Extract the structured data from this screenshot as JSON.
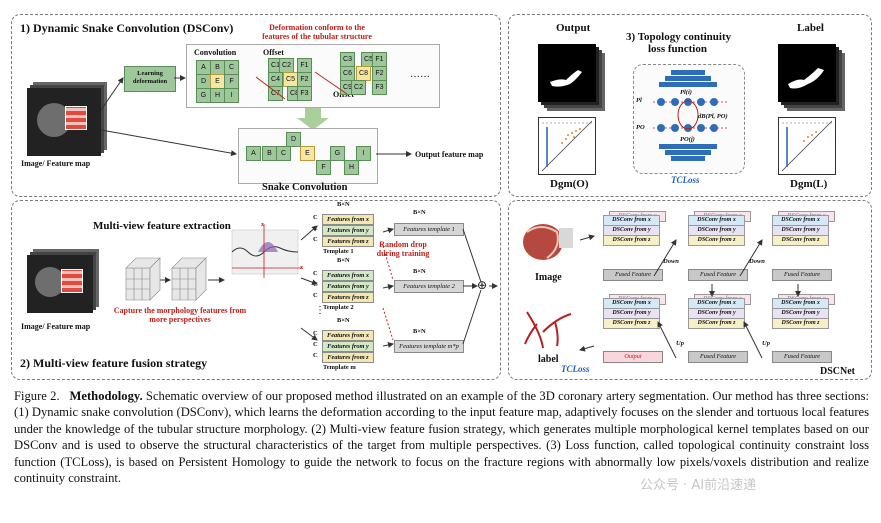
{
  "panel1": {
    "title": "1) Dynamic Snake Convolution (DSConv)",
    "deformation_note": "Deformation conform to the features of the tubular structure",
    "learning_label": "Learning deformation",
    "convolution_label": "Convolution",
    "offset_label1": "Offset",
    "offset_label2": "Offset",
    "grid_letters": [
      "A",
      "B",
      "C",
      "D",
      "E",
      "F",
      "G",
      "H",
      "I"
    ],
    "k_letters": [
      "C1",
      "C2",
      "C3",
      "C4",
      "C5",
      "C6",
      "C7",
      "C8",
      "C9"
    ],
    "f_labels": [
      "F1",
      "F2",
      "F3"
    ],
    "ellipsis": "······",
    "image_label": "Image/ Feature map",
    "snake_label": "Snake Convolution",
    "output_label": "Output feature map",
    "snake_letters": [
      "A",
      "B",
      "C",
      "D",
      "E",
      "F",
      "G",
      "H",
      "I"
    ]
  },
  "panel2": {
    "title": "2) Multi-view feature fusion strategy",
    "mv_title": "Multi-view feature extraction",
    "morph_note": "Capture the morphology features from more perspectives",
    "image_label": "Image/ Feature map",
    "axis_x": "x",
    "axis_z": "z",
    "random_drop": "Random drop during training",
    "templates": [
      {
        "label": "Template 1",
        "dim": "B×N",
        "rows": [
          "Features from x",
          "Features from y",
          "Features from z"
        ],
        "out_dim": "B×N",
        "out": "Features template 1"
      },
      {
        "label": "Template 2",
        "dim": "B×N",
        "rows": [
          "Features from x",
          "Features from y",
          "Features from z"
        ],
        "out_dim": "B×N",
        "out": "Features template 2"
      },
      {
        "label": "Template m",
        "dim": "B×N",
        "rows": [
          "Features from x",
          "Features from y",
          "Features from z"
        ],
        "out_dim": "B×N",
        "out": "Features template m*p"
      }
    ],
    "c_label": "C",
    "dots": "⋮",
    "plus": "⊕"
  },
  "panel3": {
    "title_line1": "3) Topology continuity",
    "title_line2": "loss function",
    "output_label": "Output",
    "label_label": "Label",
    "pl_label": "Pl",
    "po_label": "PO",
    "pli": "Pl(i)",
    "poj": "PO(j)",
    "dist": "dB(Pl, PO)",
    "tcloss": "TCLoss",
    "dgm_o": "Dgm(O)",
    "dgm_l": "Dgm(L)"
  },
  "panel4": {
    "image_label": "Image",
    "label_label": "label",
    "tcloss": "TCLoss",
    "dscnet": "DSCNet",
    "stack_rows": [
      "DSConv from x",
      "DSConv from y",
      "DSConv from z"
    ],
    "fused": "Fused Feature",
    "output": "Output",
    "down": "Down",
    "up": "Up"
  },
  "caption": {
    "lead": "Figure 2.",
    "bold": "Methodology.",
    "text": " Schematic overview of our proposed method illustrated on an example of the 3D coronary artery segmentation. Our method has three sections: (1) Dynamic snake convolution (DSConv), which learns the deformation according to the input feature map, adaptively focuses on the slender and tortuous local features under the knowledge of the tubular structure morphology. (2) Multi-view feature fusion strategy, which generates multiple morphological kernel templates based on our DSConv and is used to observe the structural characteristics of the target from multiple perspectives. (3) Loss function, called topological continuity constraint loss function (TCLoss), is based on Persistent Homology to guide the network to focus on the fracture regions with abnormally low pixels/voxels distribution and realize continuity constraint."
  },
  "watermark": "公众号 · AI前沿速递",
  "colors": {
    "green": "#9ec79b",
    "yellow": "#f6e6a0",
    "red": "#c0201a",
    "blue": "#1f5fbf"
  }
}
